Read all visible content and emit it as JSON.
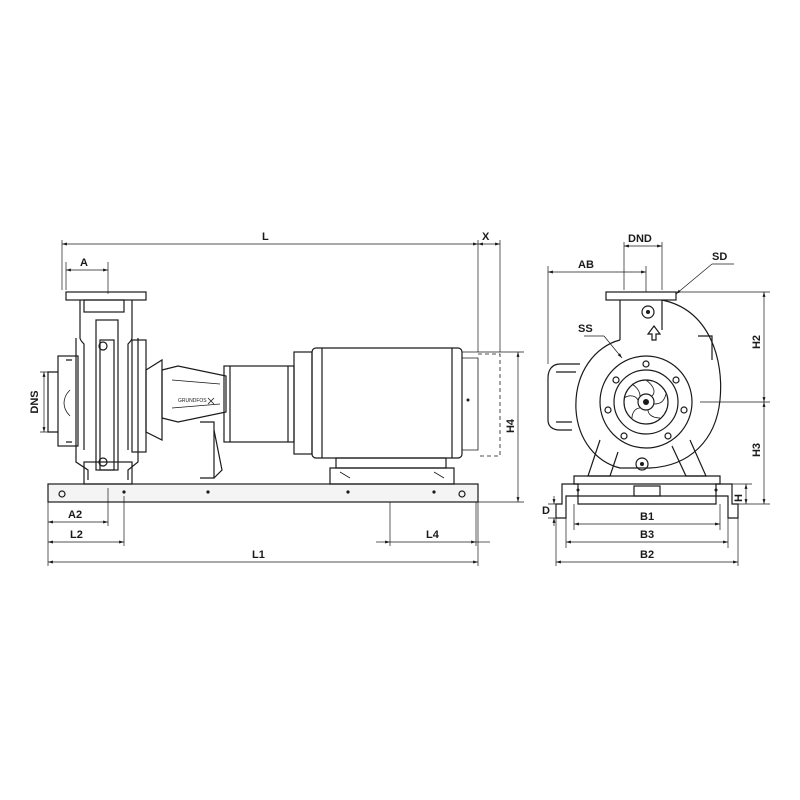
{
  "dimensions": {
    "L": "L",
    "X": "X",
    "A": "A",
    "DNS": "DNS",
    "H4": "H4",
    "A2": "A2",
    "L2": "L2",
    "L4": "L4",
    "L1": "L1",
    "DND": "DND",
    "AB": "AB",
    "SD": "SD",
    "SS": "SS",
    "H2": "H2",
    "H3": "H3",
    "H": "H",
    "D": "D",
    "B1": "B1",
    "B3": "B3",
    "B2": "B2"
  },
  "colors": {
    "line": "#1a1a1a",
    "background": "#ffffff"
  }
}
